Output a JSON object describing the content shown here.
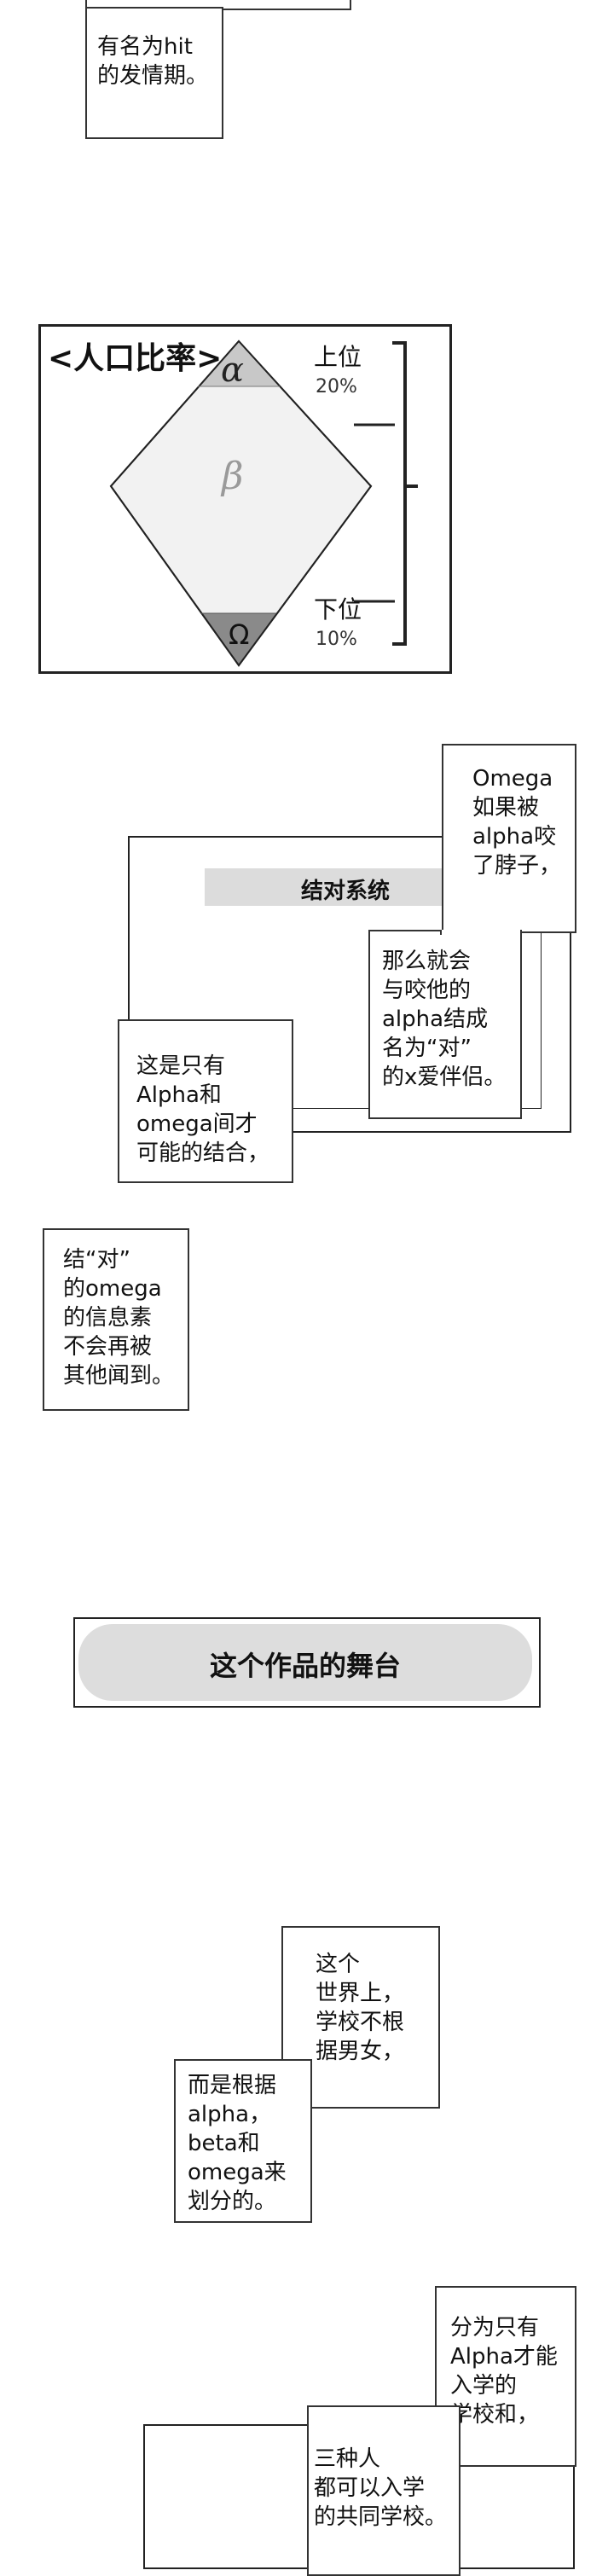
{
  "bubble_top": {
    "text": "有名为hit\n的发情期。"
  },
  "population_chart": {
    "title": "<人口比率>",
    "alpha_symbol": "α",
    "beta_symbol": "β",
    "omega_symbol": "Ω",
    "upper_label": "上位",
    "upper_pct": "20%",
    "lower_label": "下位",
    "lower_pct": "10%"
  },
  "pairing_section": {
    "header": "结对系统",
    "bubble_1": "Omega\n如果被\nalpha咬\n了脖子，",
    "bubble_2": "那么就会\n与咬他的\nalpha结成\n名为“对”\n的x爱伴侣。",
    "bubble_3": "这是只有\nAlpha和\nomega间才\n可能的结合，",
    "bubble_4": "结“对”\n的omega\n的信息素\n不会再被\n其他闻到。"
  },
  "stage_banner": {
    "title": "这个作品的舞台"
  },
  "world_section": {
    "bubble_1": "这个\n世界上，\n学校不根\n据男女，",
    "bubble_2": "而是根据\nalpha，\nbeta和\nomega来\n划分的。"
  },
  "school_section": {
    "bubble_1": "分为只有\nAlpha才能\n入学的\n学校和，",
    "bubble_2": "三种人\n都可以入学\n的共同学校。"
  },
  "colors": {
    "alpha_band": "#c8c8c8",
    "omega_band": "#8a8a8a",
    "diamond_fill": "#f2f2f2",
    "header_bar": "#dcdcdc",
    "banner_pill": "#dddddd"
  }
}
